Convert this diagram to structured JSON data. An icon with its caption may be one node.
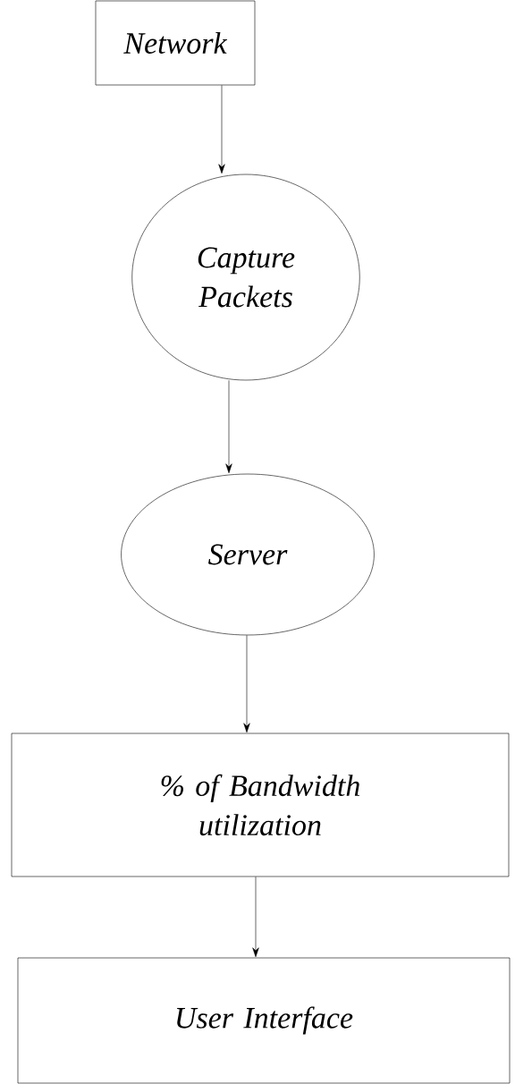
{
  "diagram": {
    "nodes": [
      {
        "text": [
          "Network"
        ]
      },
      {
        "text": [
          "Capture Packets"
        ]
      },
      {
        "text": [
          "Server"
        ]
      },
      {
        "text": [
          "% of Bandwidth utilization"
        ]
      },
      {
        "text": [
          "User Interface"
        ]
      }
    ],
    "edges": [
      {
        "from": 0,
        "to": 1,
        "arrow": "to"
      },
      {
        "from": 1,
        "to": 2,
        "arrow": "to"
      },
      {
        "from": 2,
        "to": 3,
        "arrow": "to"
      },
      {
        "from": 3,
        "to": 4,
        "arrow": "to"
      }
    ]
  }
}
